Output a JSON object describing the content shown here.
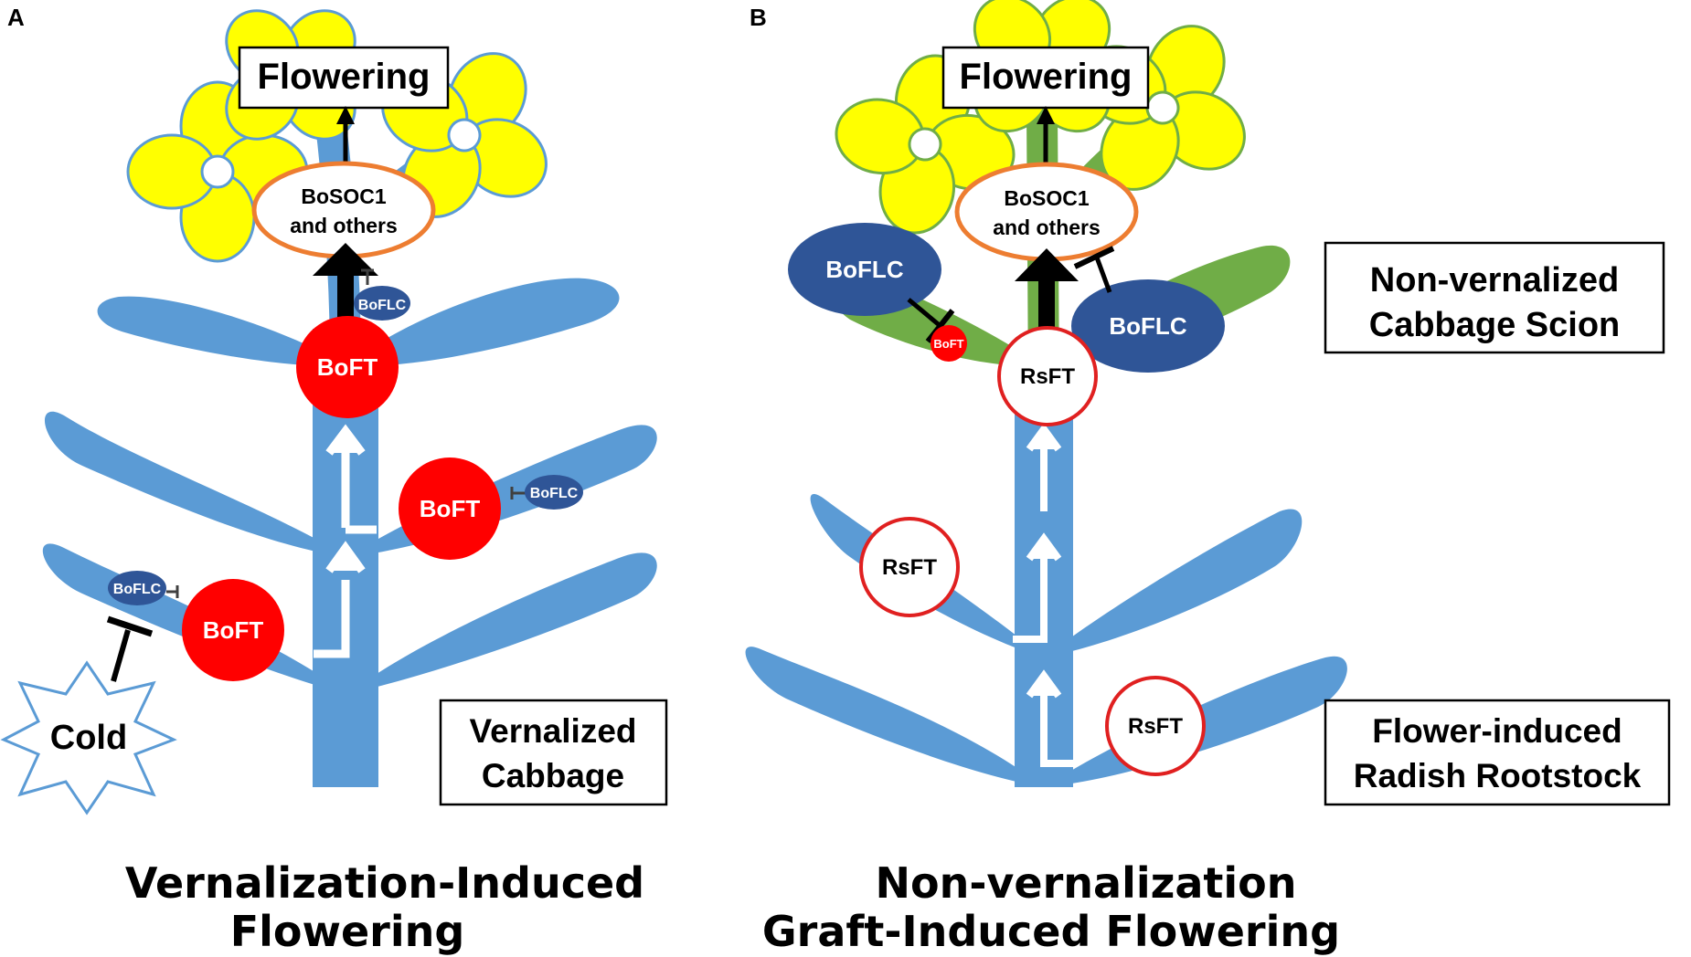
{
  "panel_a": {
    "letter": "A",
    "flowering": "Flowering",
    "soc1_line1": "BoSOC1",
    "soc1_line2": "and others",
    "boflc": "BoFLC",
    "boft": "BoFT",
    "cold": "Cold",
    "box_line1": "Vernalized",
    "box_line2": "Cabbage",
    "caption_line1": "Vernalization-Induced",
    "caption_line2": "Flowering"
  },
  "panel_b": {
    "letter": "B",
    "flowering": "Flowering",
    "soc1_line1": "BoSOC1",
    "soc1_line2": "and others",
    "boflc": "BoFLC",
    "boft": "BoFT",
    "rsft": "RsFT",
    "scion_line1": "Non-vernalized",
    "scion_line2": "Cabbage Scion",
    "root_line1": "Flower-induced",
    "root_line2": "Radish Rootstock",
    "caption_line1": "Non-vernalization",
    "caption_line2": "Graft-Induced Flowering"
  },
  "colors": {
    "plant_blue": "#5b9bd5",
    "scion_green": "#70ad47",
    "petal_yellow": "#ffff00",
    "boft_red": "#ff0000",
    "boflc_navy": "#2f5597",
    "soc1_orange": "#ed7d31"
  }
}
